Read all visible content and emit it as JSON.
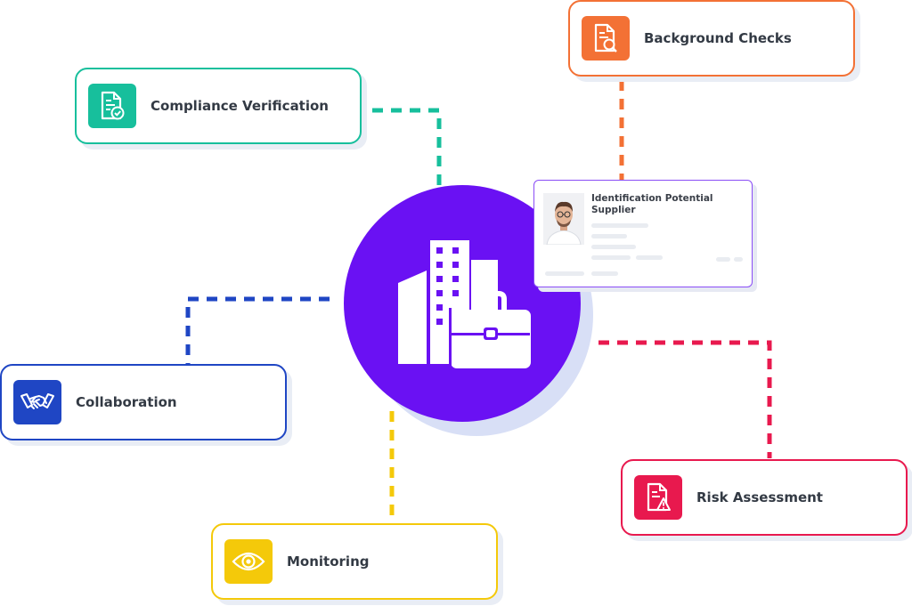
{
  "hub": {
    "icon": "office-building-briefcase-icon",
    "color": "#6a11f3"
  },
  "id_card": {
    "title": "Identification Potential Supplier",
    "avatar_icon": "supplier-avatar-icon",
    "border_color": "#8a4df6"
  },
  "nodes": {
    "compliance": {
      "label": "Compliance Verification",
      "icon": "document-check-icon",
      "color": "#17bf9c"
    },
    "background": {
      "label": "Background Checks",
      "icon": "document-search-icon",
      "color": "#f37135"
    },
    "collaboration": {
      "label": "Collaboration",
      "icon": "handshake-icon",
      "color": "#1f46c4"
    },
    "monitoring": {
      "label": "Monitoring",
      "icon": "eye-icon",
      "color": "#f4c90a"
    },
    "risk": {
      "label": "Risk Assessment",
      "icon": "document-warning-icon",
      "color": "#e8194e"
    }
  }
}
